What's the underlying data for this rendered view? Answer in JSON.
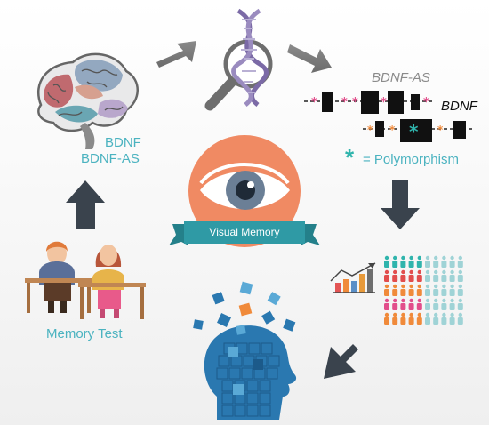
{
  "brain": {
    "gene_label": "BDNF",
    "antisense_label": "BDNF-AS"
  },
  "genes": {
    "antisense_label": "BDNF-AS",
    "sense_label": "BDNF"
  },
  "legend": {
    "symbol": "*",
    "text": "= Polymorphism"
  },
  "banner": {
    "label": "Visual Memory"
  },
  "memory_test": {
    "label": "Memory Test"
  },
  "colors": {
    "arrow": "#7d7d7d",
    "dark_arrow": "#3a434d",
    "teal": "#4bb3c0",
    "polymorphism": "#2fb4ac",
    "eye_circle": "#f08a63",
    "banner": "#2f9aa5",
    "puzzle_blue": "#2a78b0",
    "dna_purple": "#7b6aa6"
  },
  "icons": [
    "brain-icon",
    "dna-magnifier-icon",
    "eye-icon",
    "students-icon",
    "bar-chart-icon",
    "people-grid-icon",
    "puzzle-head-icon"
  ]
}
